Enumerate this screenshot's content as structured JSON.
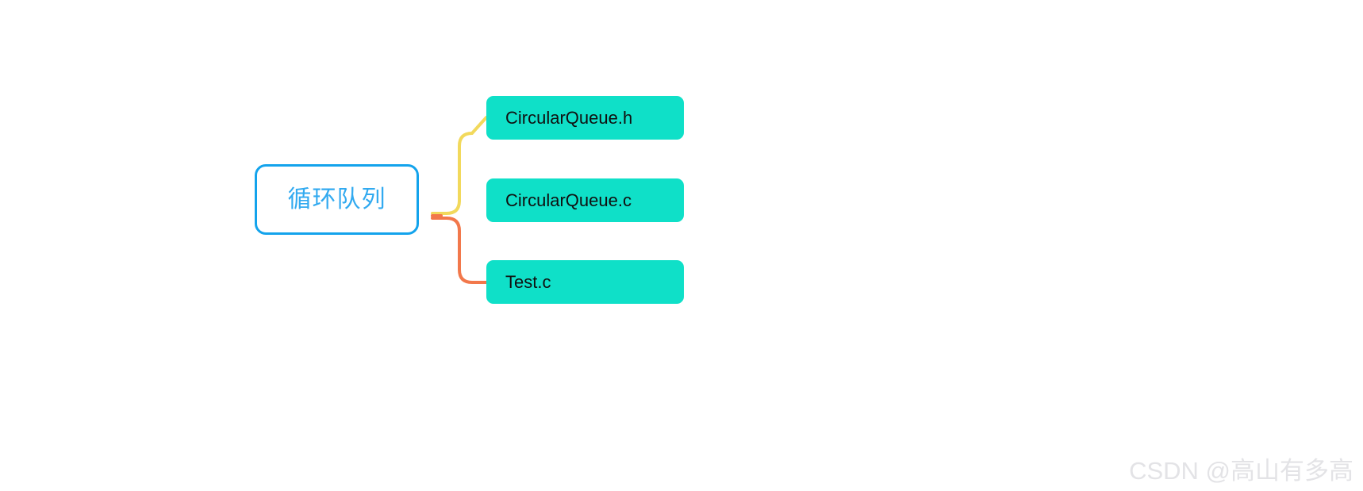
{
  "diagram": {
    "type": "mindmap",
    "root": {
      "label": "循环队列",
      "text_color": "#32AAF0",
      "border_color": "#13A3EC",
      "background": "#ffffff"
    },
    "children": [
      {
        "label": "CircularQueue.h",
        "background": "#0FE0C8",
        "text_color": "#101010",
        "connector_color": "#F2D95C"
      },
      {
        "label": "CircularQueue.c",
        "background": "#0FE0C8",
        "text_color": "#101010",
        "connector_color": "#F2D95C"
      },
      {
        "label": "Test.c",
        "background": "#0FE0C8",
        "text_color": "#101010",
        "connector_color": "#F2784B"
      }
    ],
    "connectors": {
      "upper_branch_color": "#F2D95C",
      "lower_branch_color": "#F2784B",
      "stroke_width": 4
    }
  },
  "watermark": {
    "text": "CSDN @高山有多高",
    "color": "#E3E3E6"
  },
  "canvas": {
    "background": "#ffffff"
  }
}
